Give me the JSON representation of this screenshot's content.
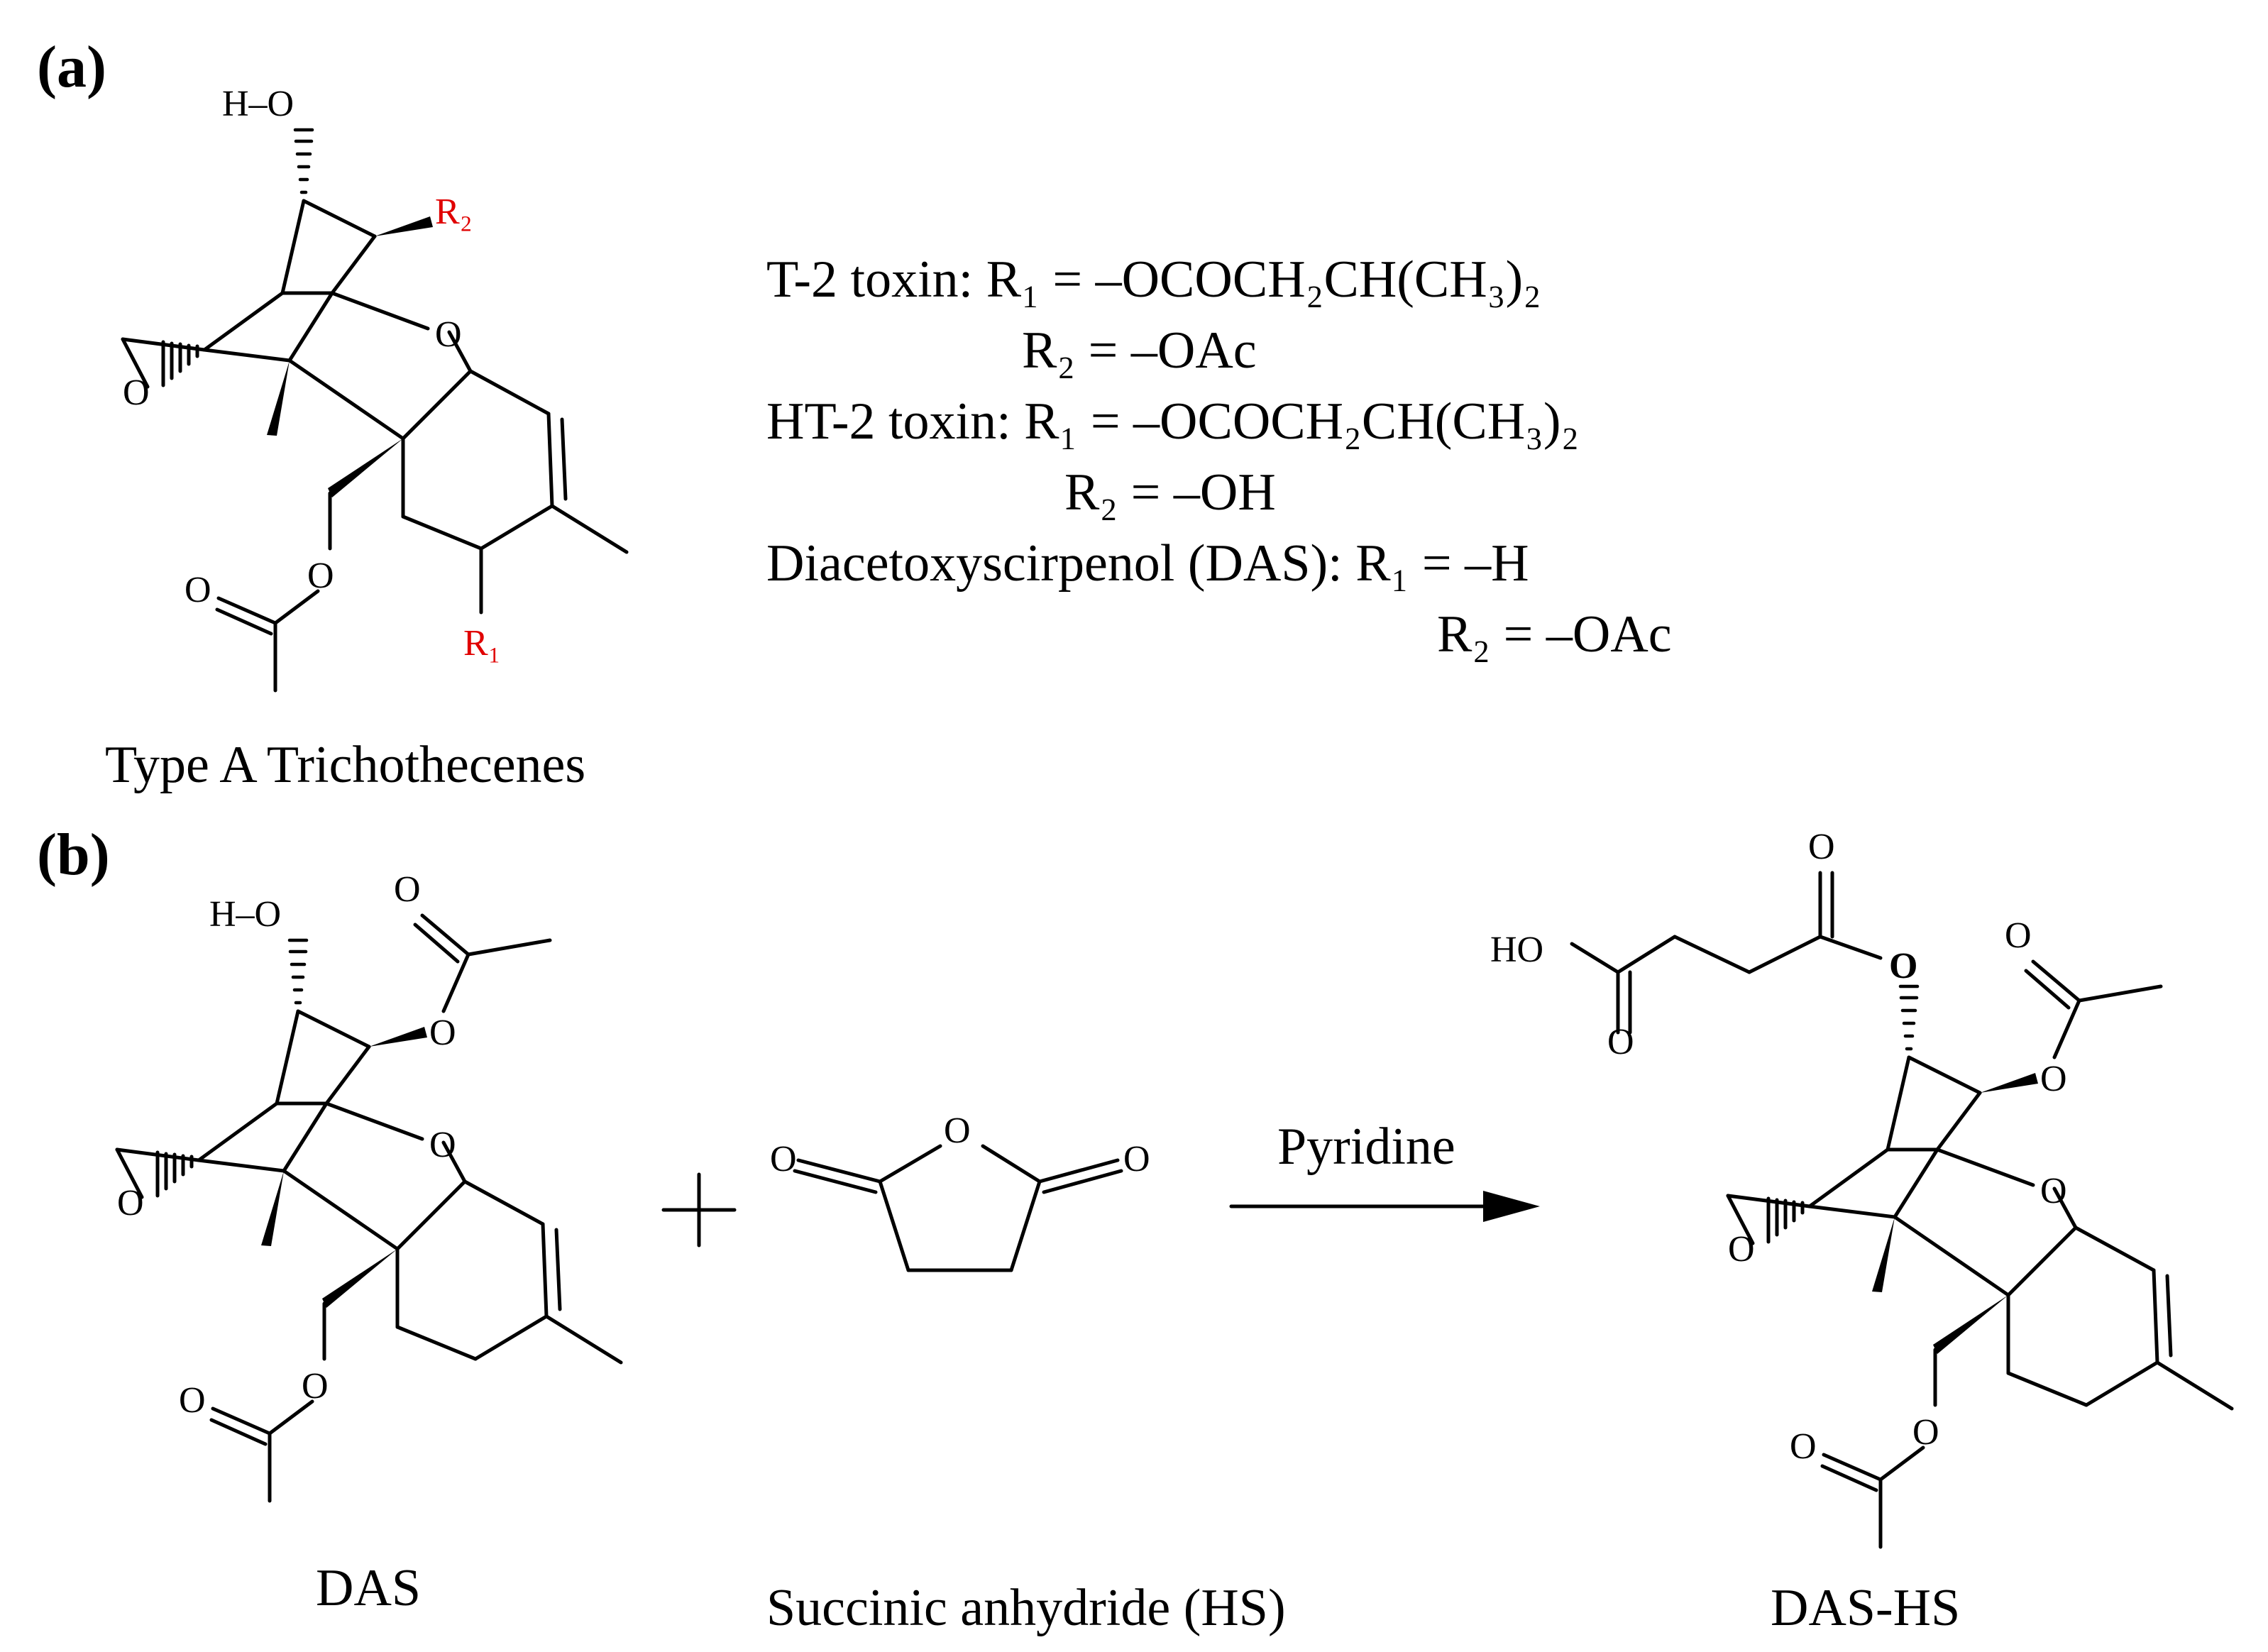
{
  "panels": {
    "a": "(a)",
    "b": "(b)"
  },
  "atoms": {
    "h_o": "H–O",
    "o": "O",
    "ho": "HO",
    "r1": "R₁",
    "r2": "R₂"
  },
  "panel_a": {
    "structure_caption": "Type A Trichothecenes",
    "definitions": [
      "T-2 toxin: R₁ = –OCOCH₂CH(CH₃)₂",
      "R₂ = –OAc",
      "HT-2 toxin: R₁ = –OCOCH₂CH(CH₃)₂",
      "R₂ = –OH",
      "Diacetoxyscirpenol (DAS): R₁ = –H",
      "R₂ = –OAc"
    ]
  },
  "panel_b": {
    "reactant_1": "DAS",
    "reactant_2": "Succinic anhydride (HS)",
    "reagent": "Pyridine",
    "product": "DAS-HS"
  },
  "colors": {
    "substituent_labels": "#e00000",
    "ink": "#000000"
  }
}
